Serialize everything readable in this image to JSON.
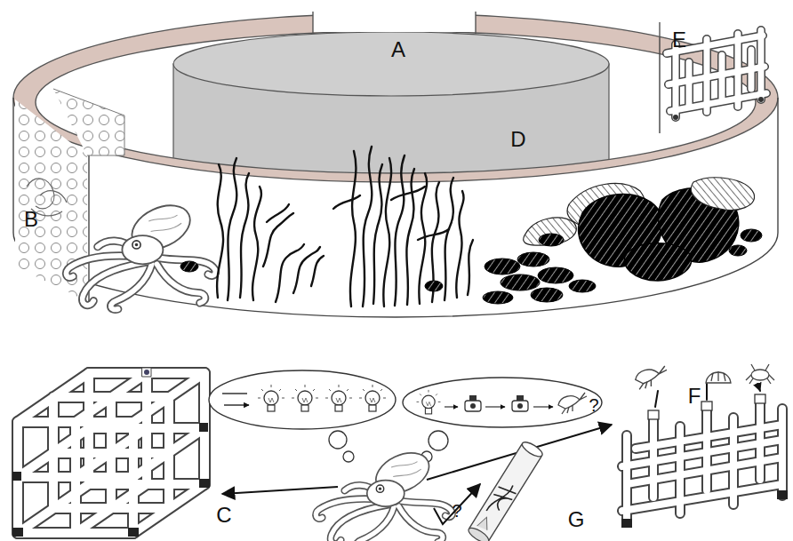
{
  "diagram": {
    "labels": [
      "A",
      "B",
      "C",
      "D",
      "E",
      "F",
      "G",
      "?",
      "?"
    ]
  }
}
